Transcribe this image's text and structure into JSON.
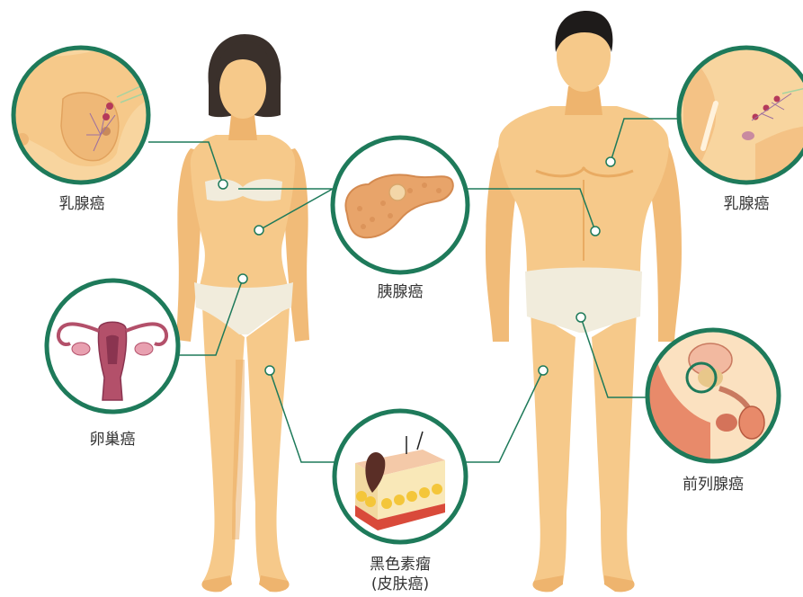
{
  "labels": {
    "breast_cancer_female": "乳腺癌",
    "breast_cancer_male": "乳腺癌",
    "pancreatic_cancer": "胰腺癌",
    "ovarian_cancer": "卵巢癌",
    "prostate_cancer": "前列腺癌",
    "melanoma_line1": "黑色素瘤",
    "melanoma_line2": "(皮肤癌)"
  },
  "colors": {
    "accent": "#1e7a5a",
    "skin": "#f6c98a",
    "skin_shadow": "#e9ab62",
    "hair": "#3a302b",
    "underwear": "#f1ecdc",
    "text": "#333333"
  }
}
